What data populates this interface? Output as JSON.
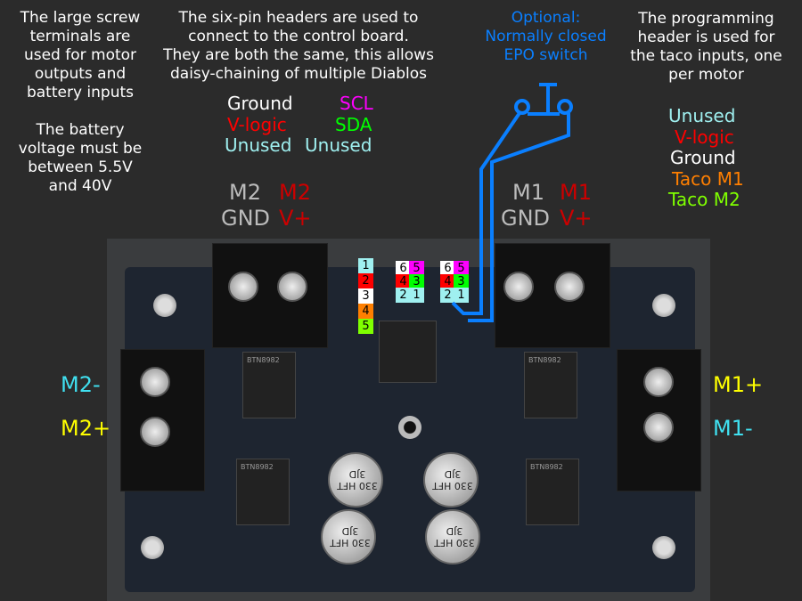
{
  "notes": {
    "terminals": "The large screw\nterminals are\nused for motor\noutputs and\nbattery inputs",
    "battery": "The battery\nvoltage must be\nbetween 5.5V\nand 40V",
    "headers": "The six-pin headers are used to\nconnect to the control board.\nThey are both the same, this allows\ndaisy-chaining of multiple Diablos",
    "epo": "Optional:\nNormally closed\nEPO switch",
    "programming": "The programming\nheader is used for\nthe taco inputs, one\nper motor"
  },
  "six_pin_legend": {
    "ground": "Ground",
    "scl": "SCL",
    "vlogic": "V-logic",
    "sda": "SDA",
    "unused_left": "Unused",
    "unused_right": "Unused"
  },
  "prog_legend": [
    "Unused",
    "V-logic",
    "Ground",
    "Taco M1",
    "Taco M2"
  ],
  "terminal_labels": {
    "m2gnd_top": "M2",
    "m2gnd_bot": "GND",
    "m2v_top": "M2",
    "m2v_bot": "V+",
    "m1gnd_top": "M1",
    "m1gnd_bot": "GND",
    "m1v_top": "M1",
    "m1v_bot": "V+",
    "m2minus": "M2-",
    "m2plus": "M2+",
    "m1plus": "M1+",
    "m1minus": "M1-"
  },
  "prog_pins": [
    "1",
    "2",
    "3",
    "4",
    "5"
  ],
  "header_pins": [
    "6",
    "5",
    "4",
    "3",
    "2",
    "1"
  ],
  "chips": [
    "BTN8982",
    "BTN8982",
    "BTN8982",
    "BTN8982"
  ],
  "caps": [
    "330\nHFT\n3JD",
    "330\nHFT\n3JD",
    "330\nHFT\n3JD",
    "330\nHFT\n3JD"
  ],
  "colors": {
    "cyan": "#9ff0f0",
    "red": "#ff0000",
    "white": "#ffffff",
    "orange": "#ff7f00",
    "green": "#7fff00",
    "magenta": "#ff00ff",
    "sda": "#00ff00",
    "blue": "#0a7fff",
    "yellow": "#ffff00"
  }
}
